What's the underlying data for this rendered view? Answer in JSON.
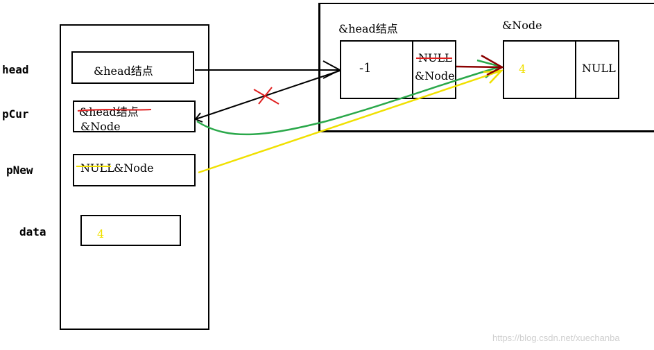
{
  "stack": {
    "var_labels": {
      "head": "head",
      "pcur": "pCur",
      "pnew": "pNew",
      "data": "data"
    },
    "head_value": "&head结点",
    "pcur_old": "&head结点",
    "pcur_new": "&Node",
    "pnew_old": "NULL",
    "pnew_new": "&Node",
    "data_value": "4"
  },
  "heap": {
    "head_node_title": "&head结点",
    "head_node_data": "-1",
    "head_node_next_old": "NULL",
    "head_node_next_new": "&Node",
    "new_node_title": "&Node",
    "new_node_data": "4",
    "new_node_next": "NULL"
  },
  "watermark": "https://blog.csdn.net/xuechanba",
  "colors": {
    "line": "#000000",
    "strike": "#e02020",
    "dark_red": "#8b0000",
    "green": "#2aa84a",
    "yellow": "#f0e000",
    "watermark": "#cfcfcf"
  }
}
